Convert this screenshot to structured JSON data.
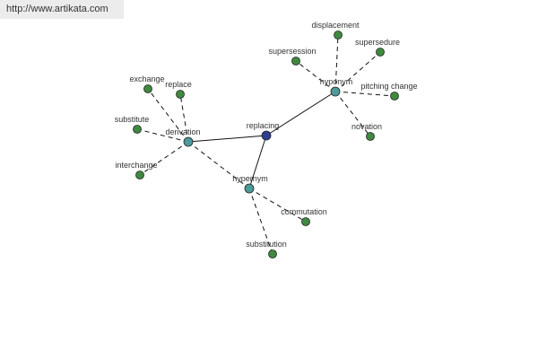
{
  "header": {
    "url": "http://www.artikata.com"
  },
  "colors": {
    "center": "#2e3f91",
    "hub": "#4c9a9a",
    "leaf": "#3f8a3f",
    "edge": "#111111"
  },
  "graph": {
    "nodes": [
      {
        "id": "replacing",
        "label": "replacing",
        "kind": "center"
      },
      {
        "id": "hyponym",
        "label": "hyponym",
        "kind": "hub"
      },
      {
        "id": "derivation",
        "label": "derivation",
        "kind": "hub"
      },
      {
        "id": "hypernym",
        "label": "hypernym",
        "kind": "hub"
      },
      {
        "id": "displacement",
        "label": "displacement",
        "kind": "leaf"
      },
      {
        "id": "supersedure",
        "label": "supersedure",
        "kind": "leaf"
      },
      {
        "id": "supersession",
        "label": "supersession",
        "kind": "leaf"
      },
      {
        "id": "pitching-change",
        "label": "pitching change",
        "kind": "leaf"
      },
      {
        "id": "novation",
        "label": "novation",
        "kind": "leaf"
      },
      {
        "id": "exchange",
        "label": "exchange",
        "kind": "leaf"
      },
      {
        "id": "replace",
        "label": "replace",
        "kind": "leaf"
      },
      {
        "id": "substitute",
        "label": "substitute",
        "kind": "leaf"
      },
      {
        "id": "interchange",
        "label": "interchange",
        "kind": "leaf"
      },
      {
        "id": "commutation",
        "label": "commutation",
        "kind": "leaf"
      },
      {
        "id": "substitution",
        "label": "substitution",
        "kind": "leaf"
      }
    ],
    "edges": [
      {
        "from": "replacing",
        "to": "hyponym",
        "style": "solid"
      },
      {
        "from": "replacing",
        "to": "derivation",
        "style": "solid"
      },
      {
        "from": "replacing",
        "to": "hypernym",
        "style": "solid"
      },
      {
        "from": "hyponym",
        "to": "displacement",
        "style": "dashed"
      },
      {
        "from": "hyponym",
        "to": "supersedure",
        "style": "dashed"
      },
      {
        "from": "hyponym",
        "to": "supersession",
        "style": "dashed"
      },
      {
        "from": "hyponym",
        "to": "pitching-change",
        "style": "dashed"
      },
      {
        "from": "hyponym",
        "to": "novation",
        "style": "dashed"
      },
      {
        "from": "derivation",
        "to": "exchange",
        "style": "dashed"
      },
      {
        "from": "derivation",
        "to": "replace",
        "style": "dashed"
      },
      {
        "from": "derivation",
        "to": "substitute",
        "style": "dashed"
      },
      {
        "from": "derivation",
        "to": "interchange",
        "style": "dashed"
      },
      {
        "from": "derivation",
        "to": "hypernym",
        "style": "dashed"
      },
      {
        "from": "hypernym",
        "to": "commutation",
        "style": "dashed"
      },
      {
        "from": "hypernym",
        "to": "substitution",
        "style": "dashed"
      }
    ]
  }
}
